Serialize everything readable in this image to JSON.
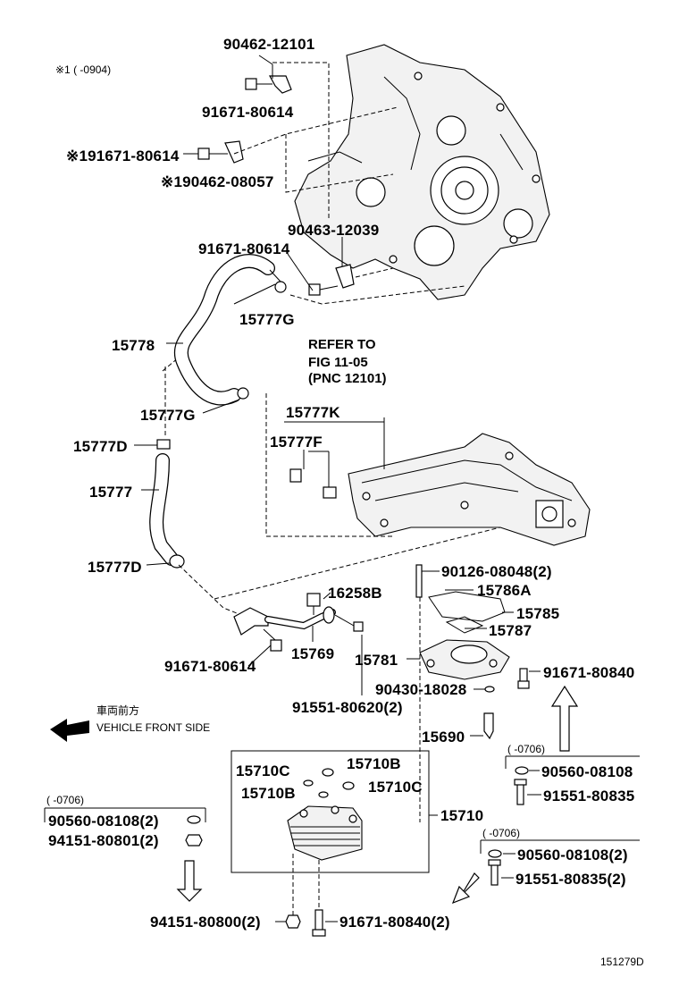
{
  "diagram": {
    "figure_code": "151279D",
    "note_1": "※1 (     -0904)",
    "refer_note": {
      "line1": "REFER TO",
      "line2": "FIG 11-05",
      "line3": "(PNC 12101)"
    },
    "vehicle_front": {
      "japanese": "車両前方",
      "english": "VEHICLE FRONT SIDE"
    },
    "date_notes": {
      "right_box": "(     -0706)",
      "left_box": "(     -0706)",
      "lower_right_box": "(     -0706)"
    },
    "labels": {
      "p90462_12101": "90462-12101",
      "p91671_80614_a": "91671-80614",
      "p91671_80614_b": "※191671-80614",
      "p90462_08057": "※190462-08057",
      "p90463_12039": "90463-12039",
      "p91671_80614_c": "91671-80614",
      "p15777G_a": "15777G",
      "p15778": "15778",
      "p15777G_b": "15777G",
      "p15777K": "15777K",
      "p15777F": "15777F",
      "p15777D_a": "15777D",
      "p15777": "15777",
      "p15777D_b": "15777D",
      "p90126_08048": "90126-08048(2)",
      "p15786A": "15786A",
      "p16258B": "16258B",
      "p15785": "15785",
      "p15787": "15787",
      "p15781": "15781",
      "p91671_80840": "91671-80840",
      "p91671_80614_d": "91671-80614",
      "p15769": "15769",
      "p90430_18028": "90430-18028",
      "p91551_80620": "91551-80620(2)",
      "p15690": "15690",
      "p15710C_a": "15710C",
      "p15710B_a": "15710B",
      "p15710B_b": "15710B",
      "p15710C_b": "15710C",
      "p15710": "15710",
      "p90560_08108_a": "90560-08108",
      "p91551_80835_a": "91551-80835",
      "p90560_08108_b": "90560-08108(2)",
      "p94151_80801": "94151-80801(2)",
      "p90560_08108_c": "90560-08108(2)",
      "p91551_80835_b": "91551-80835(2)",
      "p94151_80800": "94151-80800(2)",
      "p91671_80840_b": "91671-80840(2)"
    }
  }
}
